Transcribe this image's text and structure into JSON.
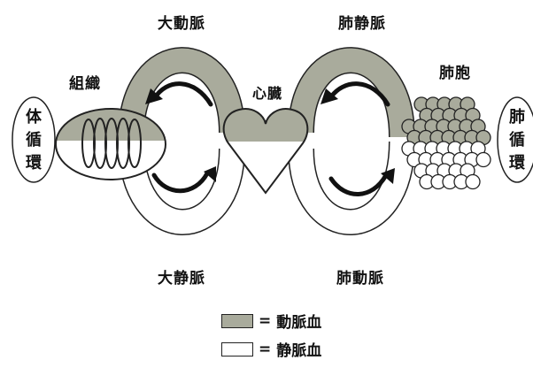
{
  "labels": {
    "aorta": "大動脈",
    "pulmonary_vein": "肺静脈",
    "tissue": "組織",
    "alveoli": "肺胞",
    "heart": "心臓",
    "vena_cava": "大静脈",
    "pulmonary_artery": "肺動脈",
    "systemic_circulation": "体循環",
    "pulmonary_circulation": "肺循環"
  },
  "legend": [
    {
      "symbol": "=",
      "label": "動脈血",
      "color": "#a9ab9c"
    },
    {
      "symbol": "=",
      "label": "静脈血",
      "color": "#ffffff"
    }
  ],
  "colors": {
    "arterial": "#a9ab9c",
    "venous": "#ffffff",
    "outline": "#222222"
  }
}
